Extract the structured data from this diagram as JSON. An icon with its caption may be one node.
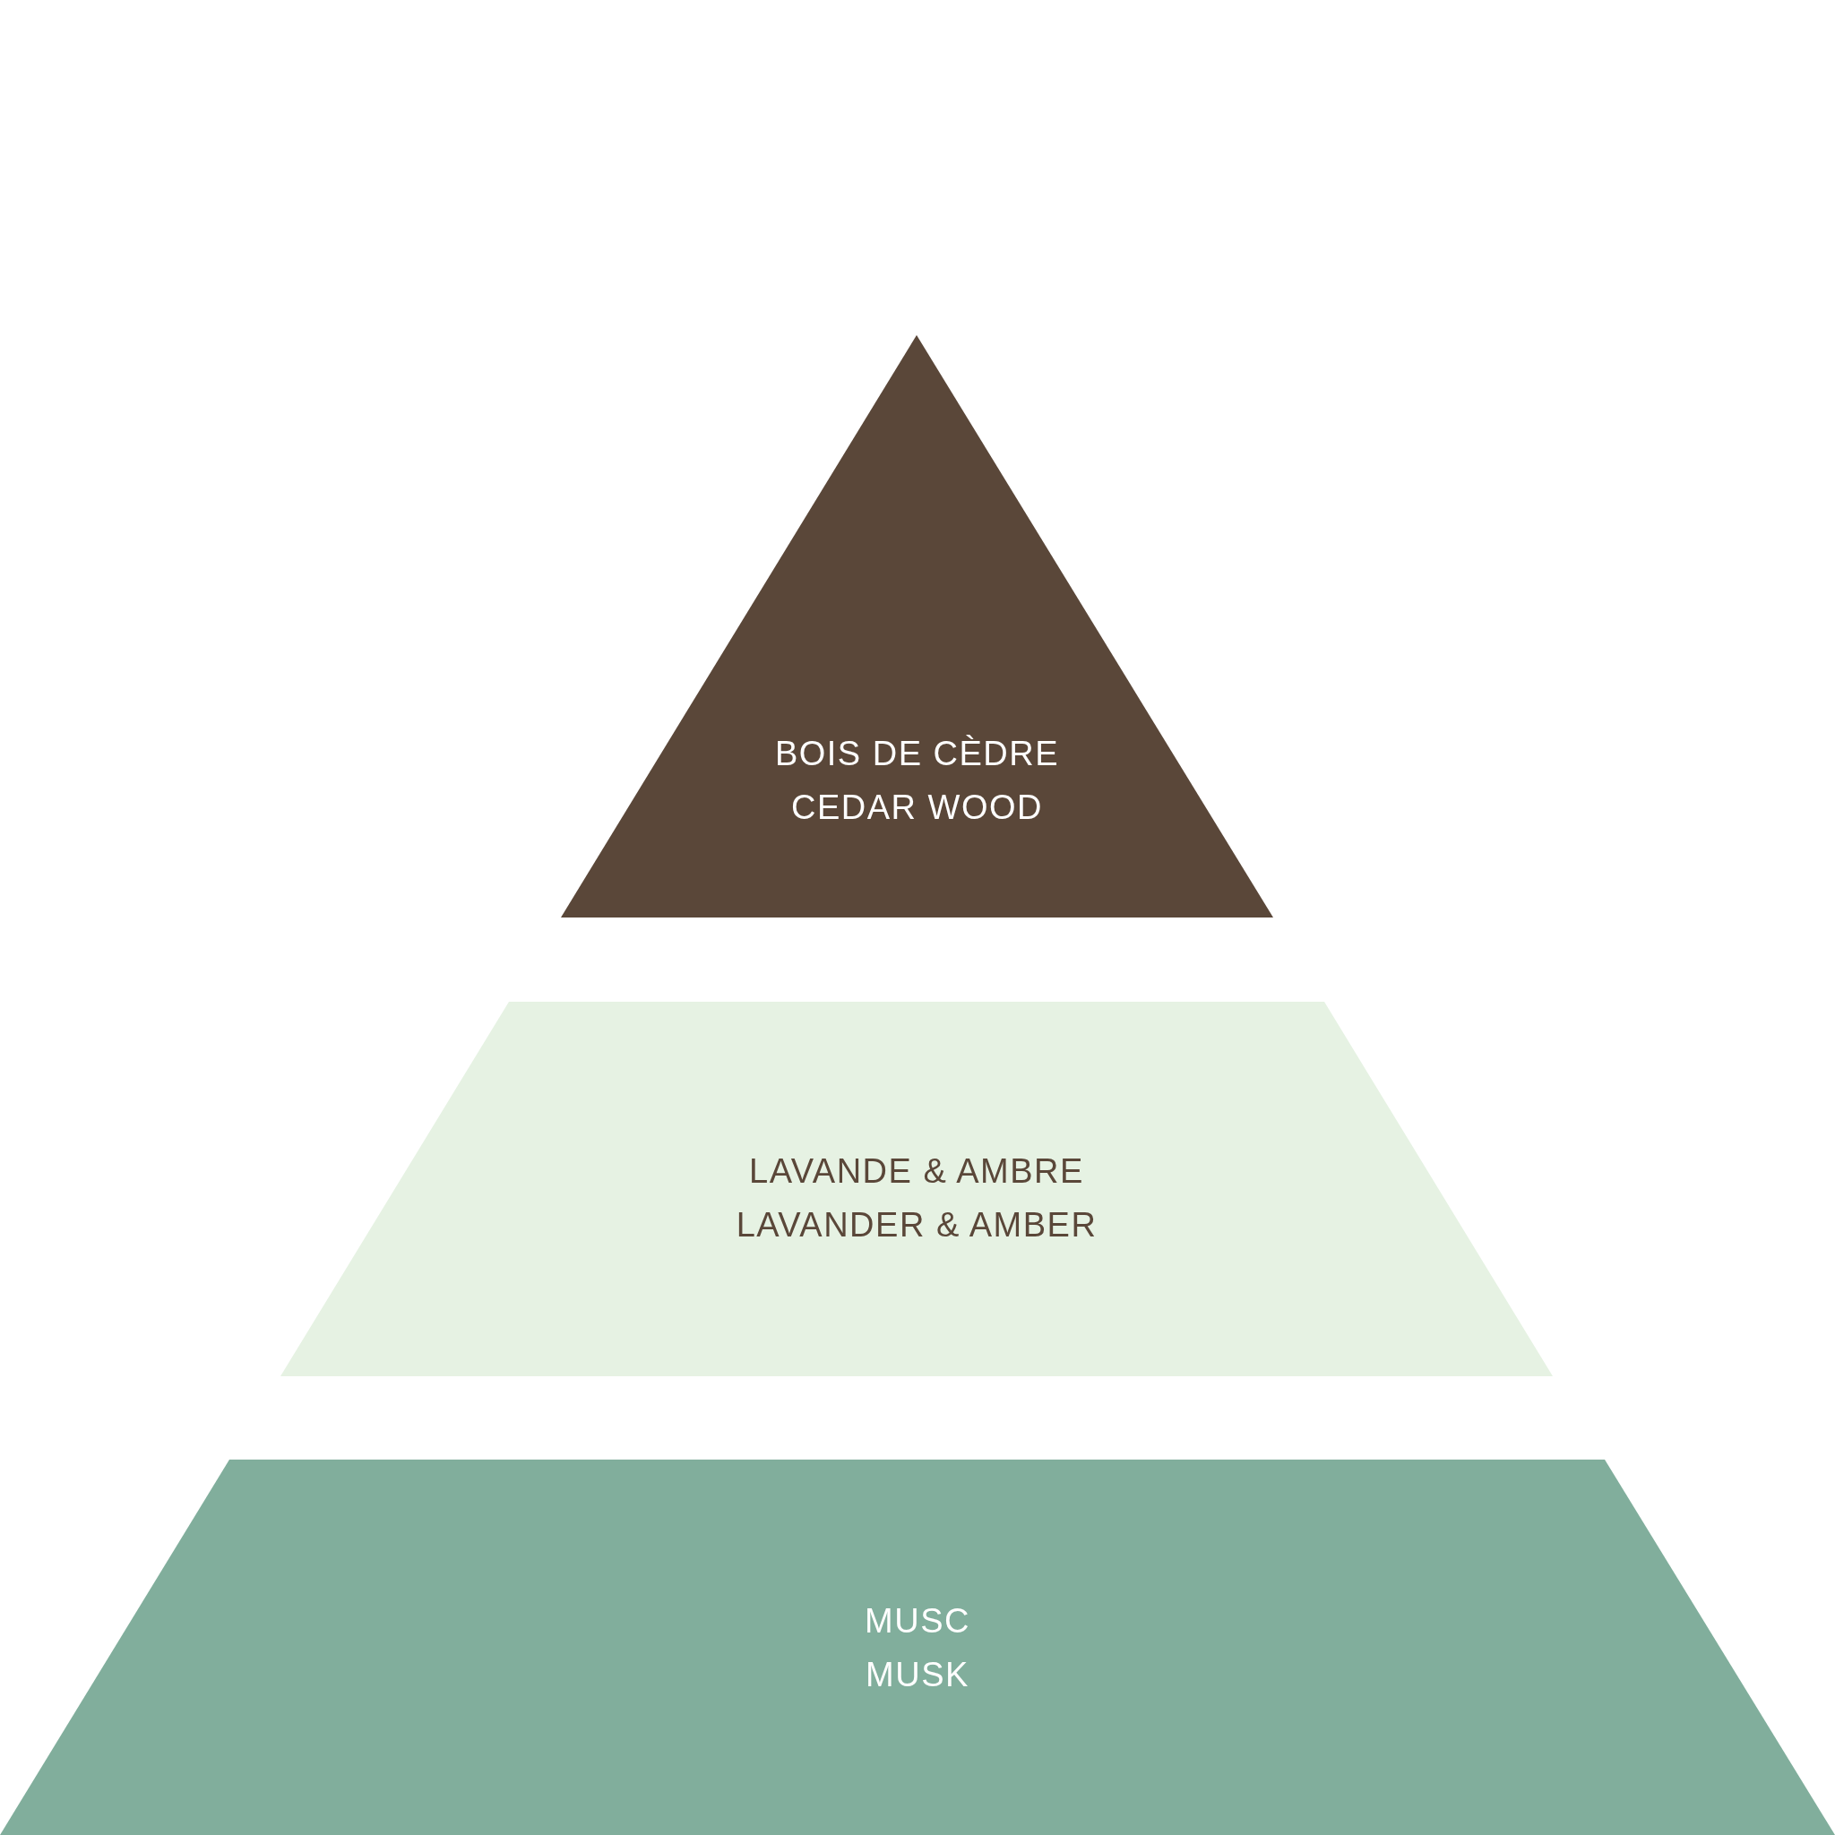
{
  "diagram": {
    "nodes": [
      {
        "text": [
          "BOIS DE CÈDRE",
          "CEDAR WOOD"
        ]
      },
      {
        "text": [
          "LAVANDE & AMBRE",
          "LAVANDER & AMBER"
        ]
      },
      {
        "text": [
          "MUSC",
          "MUSK"
        ]
      }
    ]
  }
}
